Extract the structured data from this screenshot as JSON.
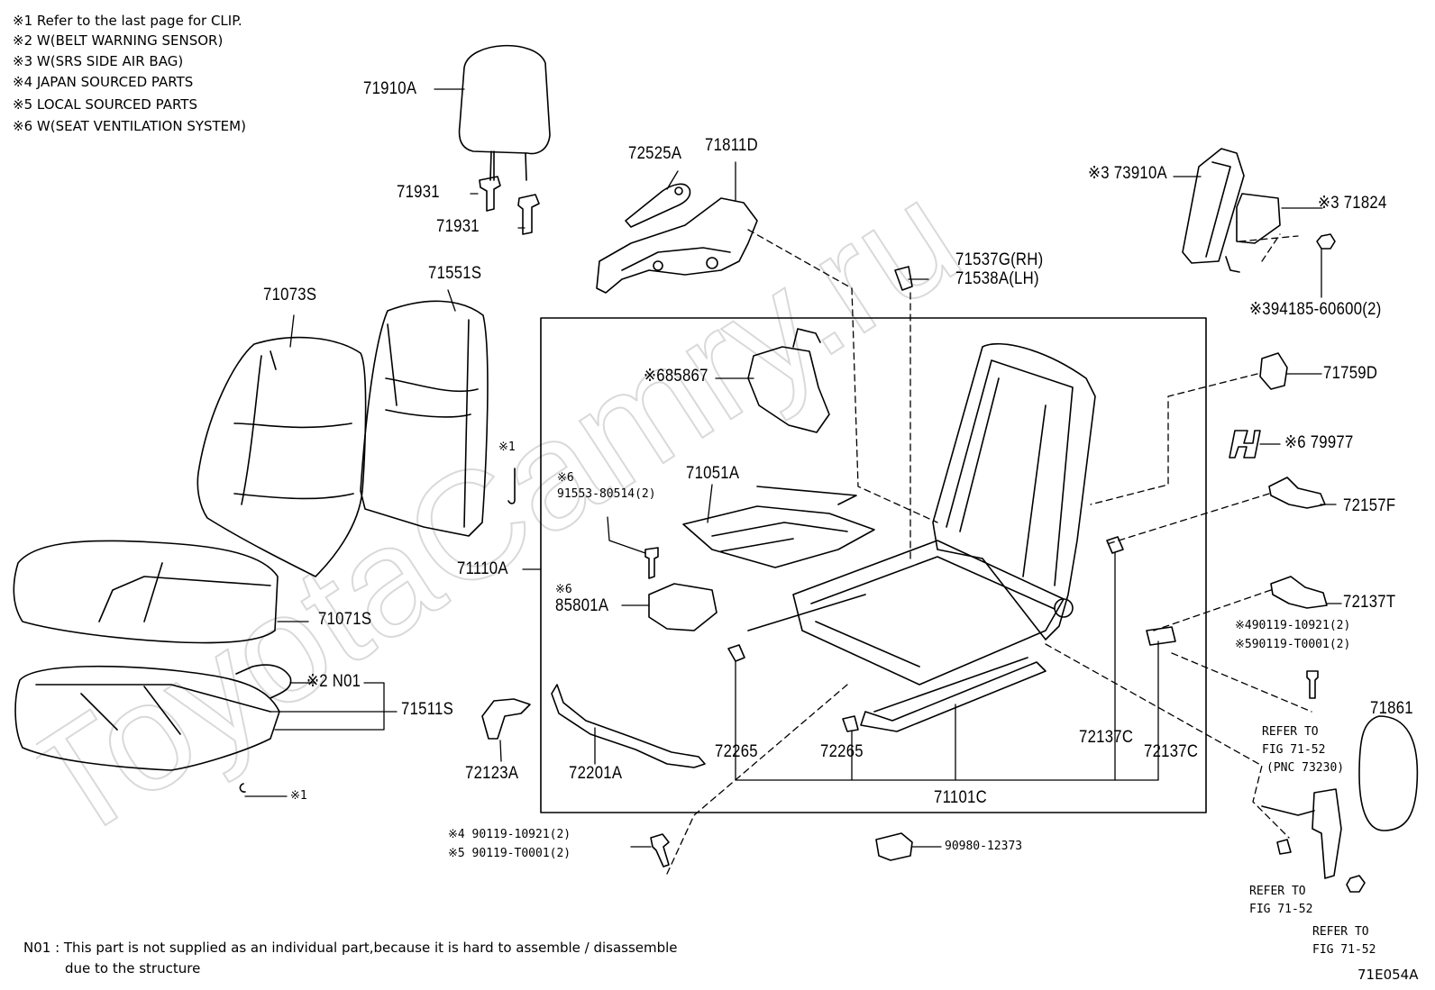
{
  "legend": [
    "※1  Refer to the last page for CLIP.",
    "※2  W(BELT WARNING SENSOR)",
    "※3  W(SRS SIDE AIR BAG)",
    "※4  JAPAN SOURCED PARTS",
    "※5  LOCAL SOURCED PARTS",
    "※6  W(SEAT VENTILATION SYSTEM)"
  ],
  "parts": {
    "p71910A": "71910A",
    "p71931a": "71931",
    "p71931b": "71931",
    "p72525A": "72525A",
    "p71811D": "71811D",
    "p73910A": "※3 73910A",
    "p71824": "※3 71824",
    "p71537G": "71537G(RH)",
    "p71538A": "71538A(LH)",
    "p394185": "※394185-60600(2)",
    "p71073S": "71073S",
    "p71551S": "71551S",
    "p85867": "※685867",
    "p71759D": "71759D",
    "p79977": "※6 79977",
    "clip1a": "※1",
    "p91553pre": "※6",
    "p91553": "91553-80514(2)",
    "p71051A": "71051A",
    "p72157F": "72157F",
    "p71110A": "71110A",
    "p85801pre": "※6",
    "p85801A": "85801A",
    "p72137T": "72137T",
    "p90119a1": "※490119-10921(2)",
    "p90119a2": "※590119-T0001(2)",
    "p71071S": "71071S",
    "pN01": "※2 N01",
    "p71511S": "71511S",
    "p71861": "71861",
    "refer1a": "REFER TO",
    "refer1b": "FIG 71-52",
    "refer1c": "(PNC 73230)",
    "p72123A": "72123A",
    "p72201A": "72201A",
    "p72265a": "72265",
    "p72265b": "72265",
    "p72137Ca": "72137C",
    "p72137Cb": "72137C",
    "p71101C": "71101C",
    "clip1b": "※1",
    "p90119b1": "※4 90119-10921(2)",
    "p90119b2": "※5 90119-T0001(2)",
    "p90980": "90980-12373",
    "refer2a": "REFER TO",
    "refer2b": "FIG 71-52",
    "refer3a": "REFER TO",
    "refer3b": "FIG 71-52"
  },
  "footnote": {
    "line1": "N01 :  This part is not supplied as an individual part,because it is hard to assemble / disassemble",
    "line2": "due to the structure"
  },
  "fig_code": "71E054A",
  "watermark": "ToyotaCamry.ru",
  "colors": {
    "ink": "#000000",
    "watermark": "#d9d9d9"
  }
}
